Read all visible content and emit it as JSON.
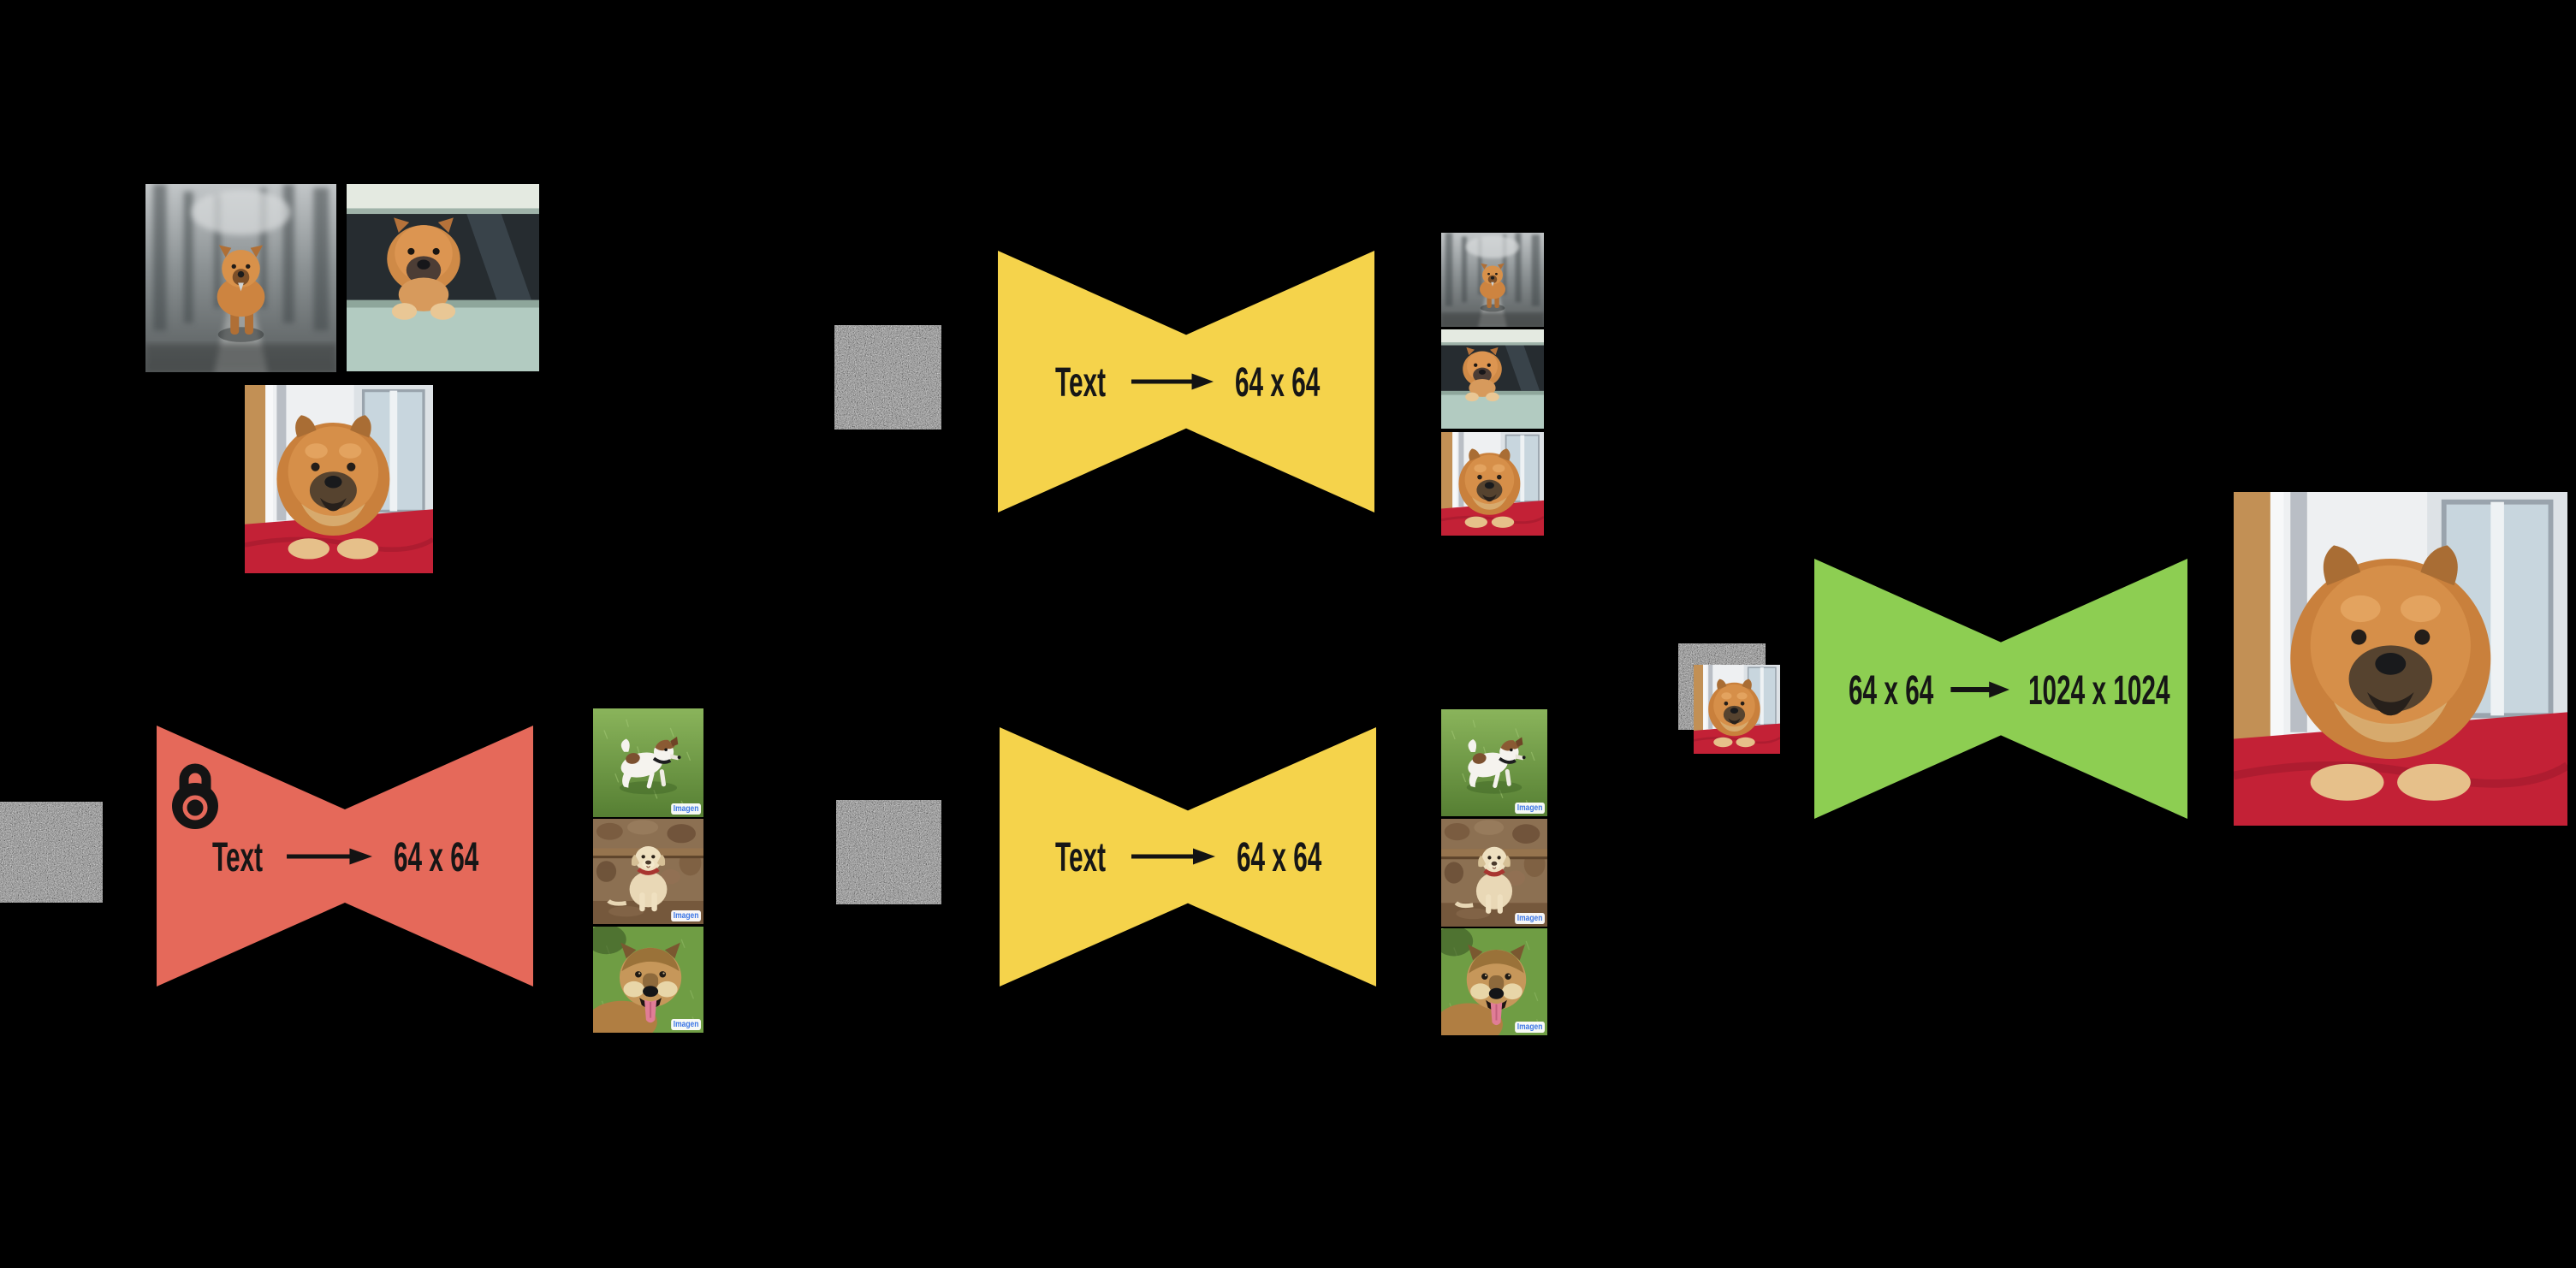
{
  "canvas": {
    "background": "#000000"
  },
  "colors": {
    "finetuned_red": "#E5695A",
    "frozen_yellow": "#F5D34B",
    "superres_green": "#8DCE52",
    "label_text": "#161616",
    "watermark_blue": "#3D77E6",
    "watermark_bg": "#FFFFFF"
  },
  "watermark_label": "Imagen",
  "reference_images": [
    {
      "alt": "chow chow walking on a gray forest path"
    },
    {
      "alt": "chow chow leaning out of a car window"
    },
    {
      "alt": "chow chow lying on a red carpet by a white door"
    }
  ],
  "noise_inputs": [
    {
      "alt": "gaussian noise input left"
    },
    {
      "alt": "gaussian noise input top middle"
    },
    {
      "alt": "gaussian noise input bottom middle"
    },
    {
      "alt": "gaussian noise input before super-resolution"
    }
  ],
  "models": {
    "finetuned": {
      "locked": true,
      "input_label": "Text",
      "output_label": "64 x 64"
    },
    "frozen_top": {
      "input_label": "Text",
      "output_label": "64 x 64"
    },
    "frozen_bottom": {
      "input_label": "Text",
      "output_label": "64 x 64"
    },
    "superres": {
      "input_label": "64 x 64",
      "output_label": "1024 x 1024"
    }
  },
  "generated_images_finetuned": [
    {
      "alt": "jack russell terrier running on grass"
    },
    {
      "alt": "pale labrador sitting by a stone wall"
    },
    {
      "alt": "tan shepherd mix face with tongue out on grass"
    }
  ],
  "reconstructed_images_top": [
    {
      "alt": "chow chow on forest path"
    },
    {
      "alt": "chow chow in car window"
    },
    {
      "alt": "chow chow on red carpet"
    }
  ],
  "generated_images_frozen": [
    {
      "alt": "jack russell terrier running on grass"
    },
    {
      "alt": "pale labrador sitting by a stone wall"
    },
    {
      "alt": "tan shepherd mix face with tongue out on grass"
    }
  ],
  "superres_input": {
    "alt": "64x64 chow chow thumbnail over noise"
  },
  "final_output": {
    "alt": "1024x1024 chow chow lying on red carpet"
  }
}
